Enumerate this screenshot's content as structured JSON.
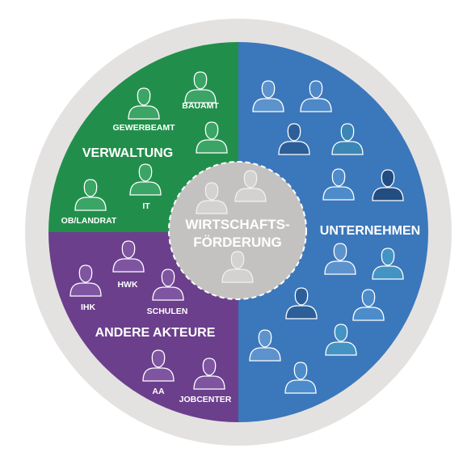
{
  "center": {
    "line1": "WIRTSCHAFTS-",
    "line2": "FÖRDERUNG"
  },
  "segments": {
    "verwaltung": {
      "title": "VERWALTUNG",
      "labels": {
        "bauamt": "BAUAMT",
        "gewerbeamt": "GEWERBEAMT",
        "it": "IT",
        "ob_landrat": "OB/LANDRAT"
      }
    },
    "unternehmen": {
      "title": "UNTERNEHMEN"
    },
    "andere_akteure": {
      "title": "ANDERE AKTEURE",
      "labels": {
        "hwk": "HWK",
        "ihk": "IHK",
        "schulen": "SCHULEN",
        "aa": "AA",
        "jobcenter": "JOBCENTER"
      }
    }
  },
  "colors": {
    "outer_ring": "#e4e2e1",
    "verwaltung": "#218f4b",
    "unternehmen": "#3b77bb",
    "andere_akteure": "#6b3f8c",
    "center": "#c4c2c1",
    "center_border": "#ffffff"
  }
}
